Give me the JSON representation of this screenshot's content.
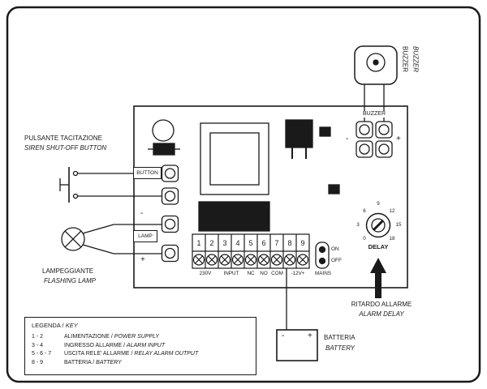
{
  "external": {
    "siren_button": {
      "it": "PULSANTE TACITAZIONE",
      "en": "SIREN SHUT-OFF BUTTON"
    },
    "flashing_lamp": {
      "it": "LAMPEGGIANTE",
      "en": "FLASHING LAMP"
    },
    "buzzer": {
      "it": "BUZZER",
      "en": "BUZZER"
    },
    "battery": {
      "it": "BATTERIA",
      "en": "BATTERY",
      "minus": "-",
      "plus": "+"
    },
    "alarm_delay": {
      "it": "RITARDO ALLARME",
      "en": "ALARM DELAY"
    }
  },
  "board": {
    "button_label": "BUTTON",
    "lamp_label": "LAMP",
    "lamp_minus": "-",
    "lamp_plus": "+",
    "buzzer_label": "BUZZER",
    "buzzer_minus": "-",
    "buzzer_plus": "+",
    "terminal_numbers": [
      "1",
      "2",
      "3",
      "4",
      "5",
      "6",
      "7",
      "8",
      "9"
    ],
    "strip_labels": {
      "v230": "230V",
      "input": "INPUT",
      "nc": "NC",
      "no": "NO",
      "com": "COM",
      "v12": "-12V+"
    },
    "mains_label": "MAINS",
    "switch": {
      "on": "ON",
      "off": "OFF"
    },
    "delay_label": "DELAY",
    "delay_numbers": [
      "0",
      "3",
      "6",
      "9",
      "12",
      "15",
      "18"
    ]
  },
  "legend": {
    "title_it": "LEGENDA /",
    "title_en": "KEY",
    "items": [
      {
        "nums": "1 - 2",
        "it": "ALIMENTAZIONE /",
        "en": "POWER SUPPLY"
      },
      {
        "nums": "3 - 4",
        "it": "INGRESSO ALLARME /",
        "en": "ALARM INPUT"
      },
      {
        "nums": "5 - 6 - 7",
        "it": "USCITA RELE' ALLARME /",
        "en": "RELAY ALARM OUTPUT"
      },
      {
        "nums": "8 - 9",
        "it": "BATTERIA /",
        "en": "BATTERY"
      }
    ]
  },
  "colors": {
    "line": "#1a1a1a",
    "bg": "#ffffff"
  }
}
